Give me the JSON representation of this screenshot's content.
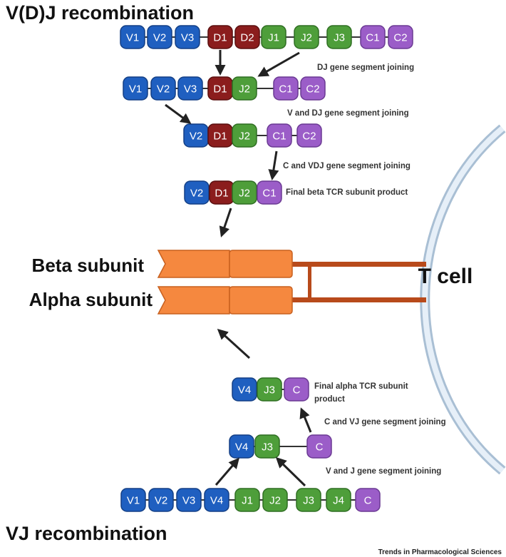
{
  "titles": {
    "vdj": "V(D)J recombination",
    "vj": "VJ recombination"
  },
  "cell_label": "T cell",
  "subunits": {
    "beta": "Beta subunit",
    "alpha": "Alpha subunit"
  },
  "credit": "Trends in Pharmacological Sciences",
  "colors": {
    "V": "#1f5fc0",
    "D": "#8b1d1d",
    "J": "#4e9e3a",
    "C": "#9b5dc8",
    "receptor": "#f5883f",
    "stalk": "#b84a1b",
    "membrane": "#c9dcee"
  },
  "step_labels": {
    "dj_join": "DJ gene segment joining",
    "v_dj_join": "V and DJ gene segment joining",
    "c_vdj_join": "C and VDJ gene segment joining",
    "final_beta": "Final  beta TCR subunit product",
    "final_alpha_1": "Final  alpha TCR subunit",
    "final_alpha_2": "product",
    "c_vj_join": "C and VJ gene segment joining",
    "v_j_join": "V and J gene segment joining"
  },
  "rows": {
    "beta_germline": [
      {
        "label": "V1",
        "type": "V"
      },
      {
        "label": "V2",
        "type": "V"
      },
      {
        "label": "V3",
        "type": "V"
      },
      {
        "label": "D1",
        "type": "D"
      },
      {
        "label": "D2",
        "type": "D"
      },
      {
        "label": "J1",
        "type": "J"
      },
      {
        "label": "J2",
        "type": "J"
      },
      {
        "label": "J3",
        "type": "J"
      },
      {
        "label": "C1",
        "type": "C"
      },
      {
        "label": "C2",
        "type": "C"
      }
    ],
    "beta_dj": [
      {
        "label": "V1",
        "type": "V"
      },
      {
        "label": "V2",
        "type": "V"
      },
      {
        "label": "V3",
        "type": "V"
      },
      {
        "label": "D1",
        "type": "D"
      },
      {
        "label": "J2",
        "type": "J"
      },
      {
        "label": "C1",
        "type": "C"
      },
      {
        "label": "C2",
        "type": "C"
      }
    ],
    "beta_vdj": [
      {
        "label": "V2",
        "type": "V"
      },
      {
        "label": "D1",
        "type": "D"
      },
      {
        "label": "J2",
        "type": "J"
      },
      {
        "label": "C1",
        "type": "C"
      },
      {
        "label": "C2",
        "type": "C"
      }
    ],
    "beta_final": [
      {
        "label": "V2",
        "type": "V"
      },
      {
        "label": "D1",
        "type": "D"
      },
      {
        "label": "J2",
        "type": "J"
      },
      {
        "label": "C1",
        "type": "C"
      }
    ],
    "alpha_final": [
      {
        "label": "V4",
        "type": "V"
      },
      {
        "label": "J3",
        "type": "J"
      },
      {
        "label": "C",
        "type": "C"
      }
    ],
    "alpha_vj": [
      {
        "label": "V4",
        "type": "V"
      },
      {
        "label": "J3",
        "type": "J"
      },
      {
        "label": "C",
        "type": "C"
      }
    ],
    "alpha_germline": [
      {
        "label": "V1",
        "type": "V"
      },
      {
        "label": "V2",
        "type": "V"
      },
      {
        "label": "V3",
        "type": "V"
      },
      {
        "label": "V4",
        "type": "V"
      },
      {
        "label": "J1",
        "type": "J"
      },
      {
        "label": "J2",
        "type": "J"
      },
      {
        "label": "J3",
        "type": "J"
      },
      {
        "label": "J4",
        "type": "J"
      },
      {
        "label": "C",
        "type": "C"
      }
    ]
  }
}
